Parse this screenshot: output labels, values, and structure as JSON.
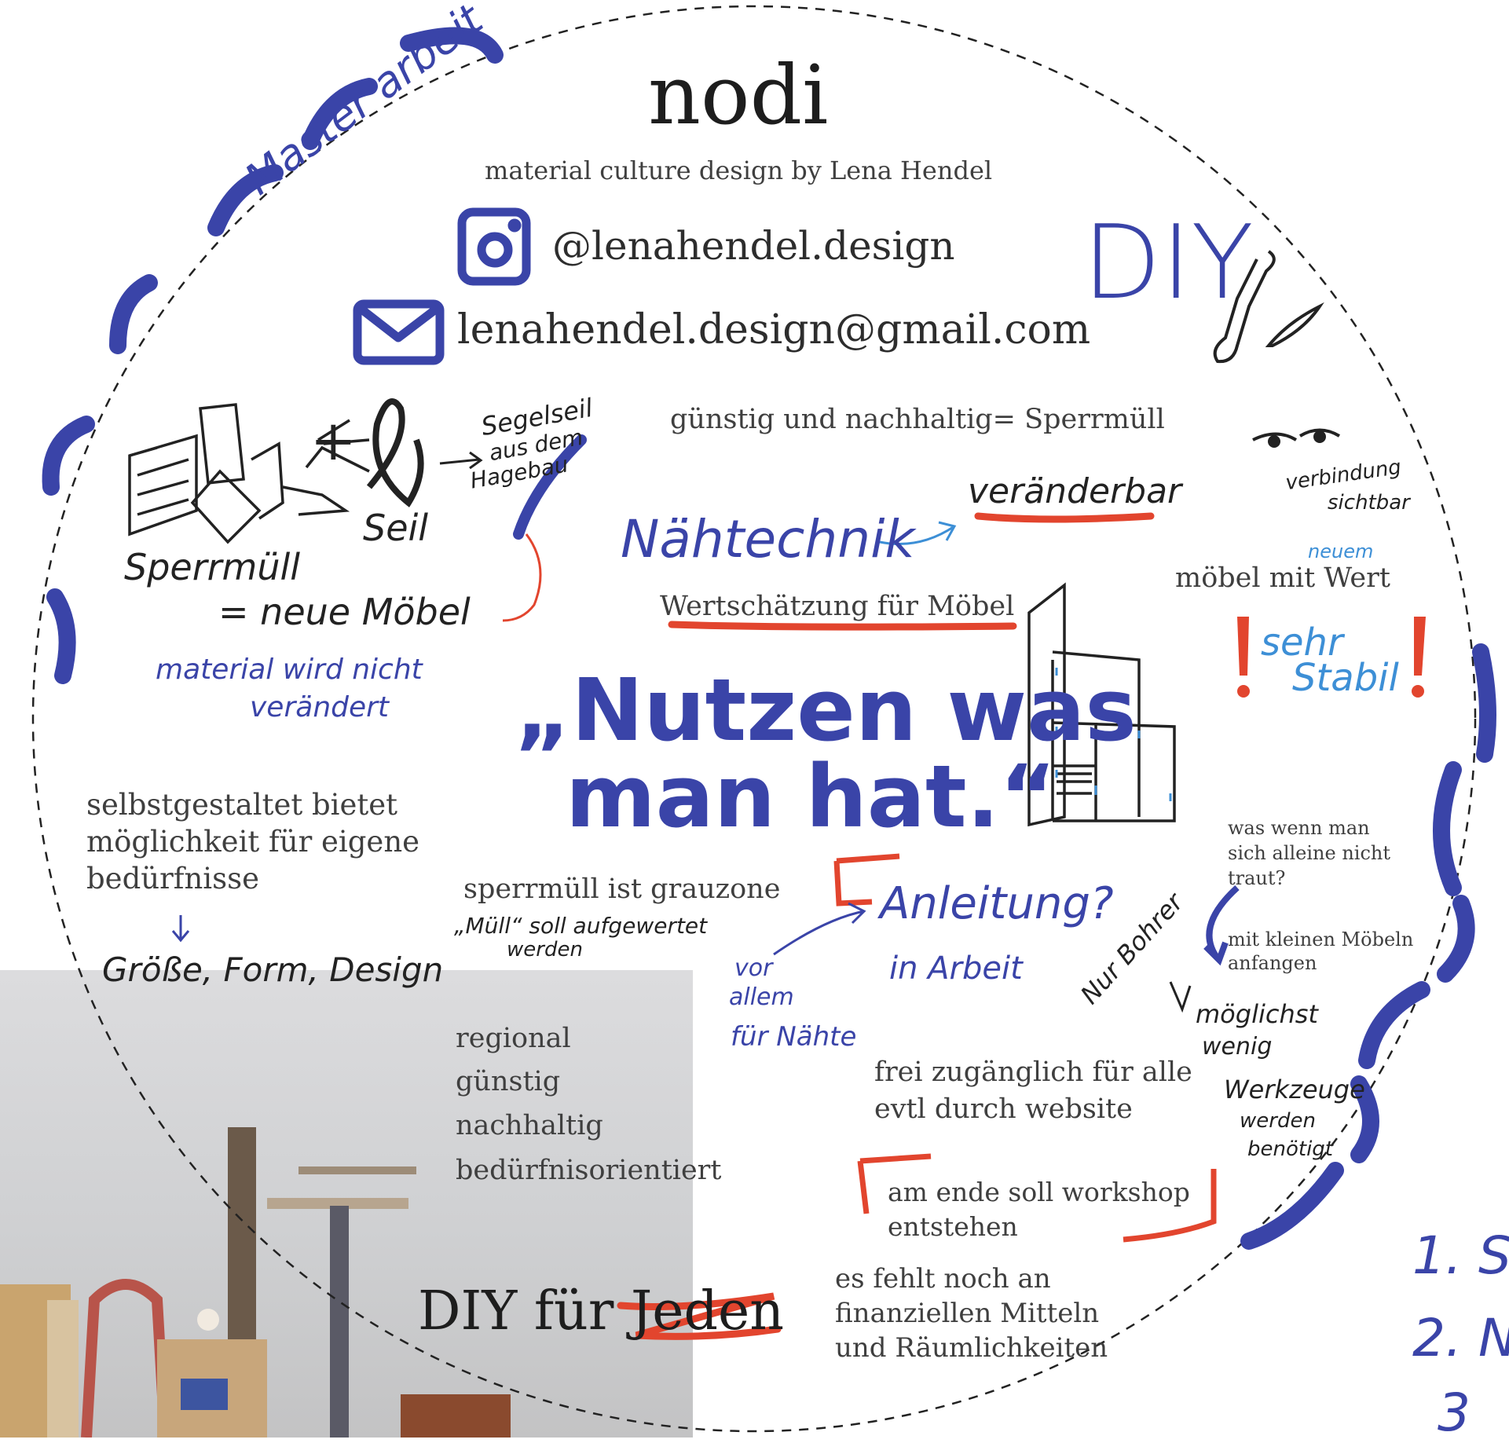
{
  "title": "nodi",
  "subtitle": "material culture design by Lena Hendel",
  "instagram": "@lenahendel.design",
  "email": "lenahendel.design@gmail.com",
  "notes": {
    "master": "Master arbeit",
    "diy": "DIY",
    "segelseil": "Segelseil",
    "aus_dem": "aus dem",
    "hagebau": "Hagebau",
    "seil": "Seil",
    "sperrmuell_hand": "Sperrmüll",
    "neue_moebel": "= neue Möbel",
    "material_line1": "material wird nicht",
    "material_line2": "verändert",
    "guenstig": "günstig und nachhaltig= Sperrmüll",
    "naehtechnik": "Nähtechnik",
    "veraenderbar": "veränderbar",
    "verbindung_line1": "verbindung",
    "verbindung_line2": "sichtbar",
    "neuem": "neuem",
    "moebel_wert": "möbel mit Wert",
    "sehr": "sehr",
    "stabil": "Stabil",
    "wertschaetzung": "Wertschätzung für Möbel",
    "quote_line1": "„Nutzen was",
    "quote_line2": "man hat.“",
    "selbst_line1": "selbstgestaltet bietet",
    "selbst_line2": "möglichkeit für eigene",
    "selbst_line3": "bedürfnisse",
    "groesse": "Größe, Form, Design",
    "grauzone": "sperrmüll ist grauzone",
    "muell_line1": "„Müll“ soll aufgewertet",
    "muell_line2": "werden",
    "anleitung": "Anleitung?",
    "in_arbeit": "in Arbeit",
    "vor": "vor",
    "allem": "allem",
    "fuer_naehte": "für Nähte",
    "nur_bohrer": "Nur Bohrer",
    "was_wenn_line1": "was wenn man",
    "was_wenn_line2": "sich alleine nicht",
    "was_wenn_line3": "traut?",
    "klein_line1": "mit kleinen Möbeln",
    "klein_line2": "anfangen",
    "moeglichst_line1": "möglichst",
    "moeglichst_line2": "wenig",
    "moeglichst_line3": "Werkzeuge",
    "moeglichst_line4": "werden",
    "moeglichst_line5": "benötigt",
    "list": [
      "regional",
      "günstig",
      "nachhaltig",
      "bedürfnisorientiert"
    ],
    "frei_line1": "frei zugänglich für alle",
    "frei_line2": "evtl durch website",
    "workshop_line1": "am ende soll workshop",
    "workshop_line2": "entstehen",
    "fehlt_line1": "es fehlt noch an",
    "fehlt_line2": "finanziellen Mitteln",
    "fehlt_line3": "und Räumlichkeiten",
    "diy_jeden": "DIY für Jeden",
    "numbered": [
      "1. S",
      "2. N",
      "3"
    ]
  },
  "colors": {
    "marker_blue": "#3a44a8",
    "light_blue": "#3d8fd6",
    "red": "#e2452e",
    "text": "#3f3f3f"
  }
}
